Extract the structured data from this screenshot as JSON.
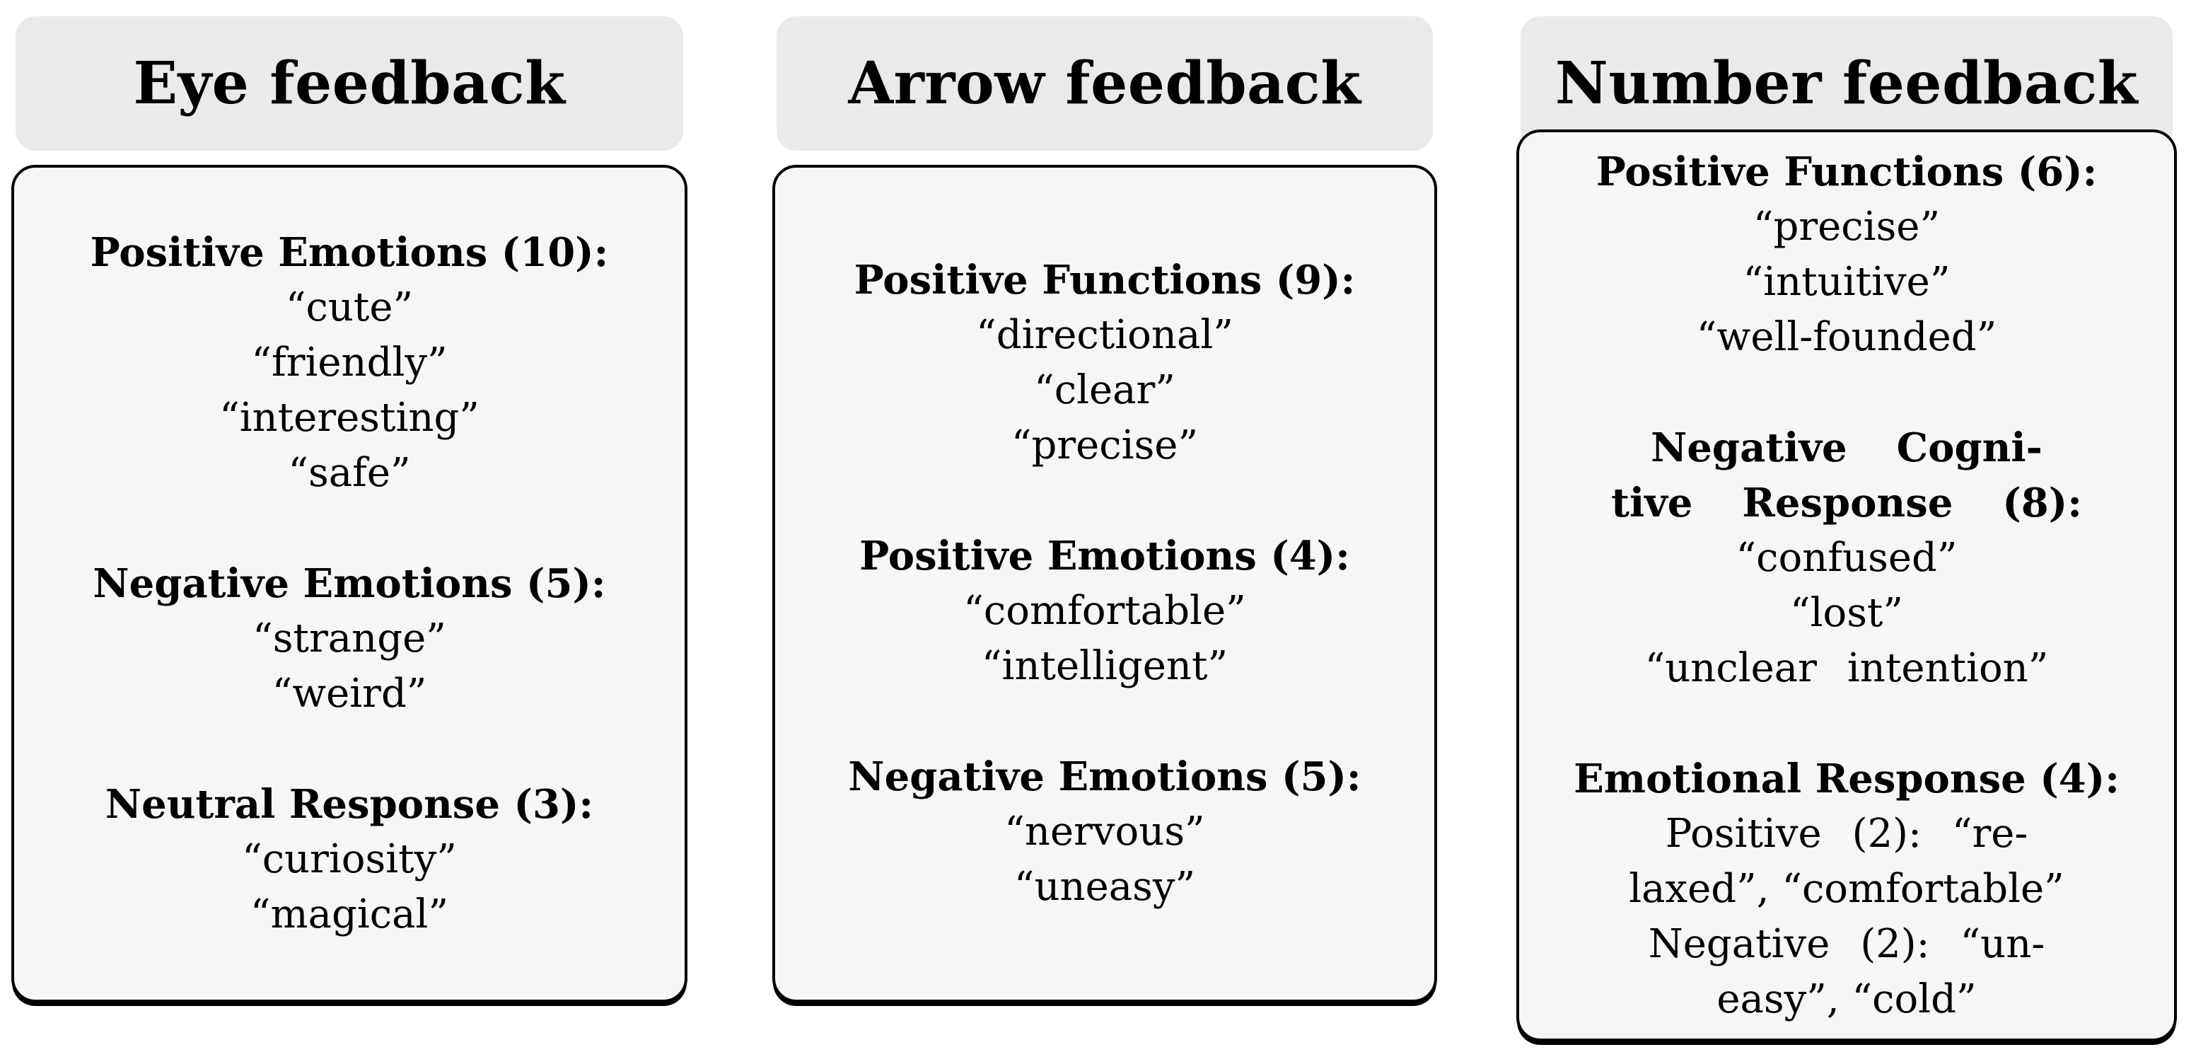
{
  "colors": {
    "header_bg": "#eaeaea",
    "body_bg": "#f6f6f6",
    "border": "#000000",
    "text": "#000000"
  },
  "figure": {
    "columns": [
      {
        "id": "eye-feedback",
        "title": "Eye feedback",
        "lines": [
          {
            "text": "Positive Emotions (10):",
            "bold": true
          },
          {
            "text": "“cute”"
          },
          {
            "text": "“friendly”"
          },
          {
            "text": "“interesting”"
          },
          {
            "text": "“safe”"
          },
          {
            "text": ""
          },
          {
            "text": "Negative Emotions (5):",
            "bold": true
          },
          {
            "text": "“strange”"
          },
          {
            "text": "“weird”"
          },
          {
            "text": ""
          },
          {
            "text": "Neutral Response (3):",
            "bold": true
          },
          {
            "text": "“curiosity”"
          },
          {
            "text": "“magical”"
          }
        ]
      },
      {
        "id": "arrow-feedback",
        "title": "Arrow feedback",
        "lines": [
          {
            "text": "Positive Functions (9):",
            "bold": true
          },
          {
            "text": "“directional”"
          },
          {
            "text": "“clear”"
          },
          {
            "text": "“precise”"
          },
          {
            "text": ""
          },
          {
            "text": "Positive Emotions (4):",
            "bold": true
          },
          {
            "text": "“comfortable”"
          },
          {
            "text": "“intelligent”"
          },
          {
            "text": ""
          },
          {
            "text": "Negative Emotions (5):",
            "bold": true
          },
          {
            "text": "“nervous”"
          },
          {
            "text": "“uneasy”"
          }
        ]
      },
      {
        "id": "number-feedback",
        "title": "Number feedback",
        "lines": [
          {
            "text": "Positive Functions (6):",
            "bold": true
          },
          {
            "text": "“precise”"
          },
          {
            "text": "“intuitive”"
          },
          {
            "text": "“well-founded”"
          },
          {
            "text": ""
          },
          {
            "text": "Negative Cogni-",
            "bold": true,
            "stretch": 1
          },
          {
            "text": "tive Response (8):",
            "bold": true,
            "stretch": 1
          },
          {
            "text": "“confused”"
          },
          {
            "text": "“lost”"
          },
          {
            "text": "“unclear intention”",
            "stretch": 2
          },
          {
            "text": ""
          },
          {
            "text": "Emotional Response (4):",
            "bold": true
          },
          {
            "text": "Positive (2): “re-",
            "stretch": 2
          },
          {
            "text": "laxed”, “comfortable”"
          },
          {
            "text": "Negative (2): “un-",
            "stretch": 2
          },
          {
            "text": "easy”, “cold”"
          }
        ]
      }
    ]
  }
}
